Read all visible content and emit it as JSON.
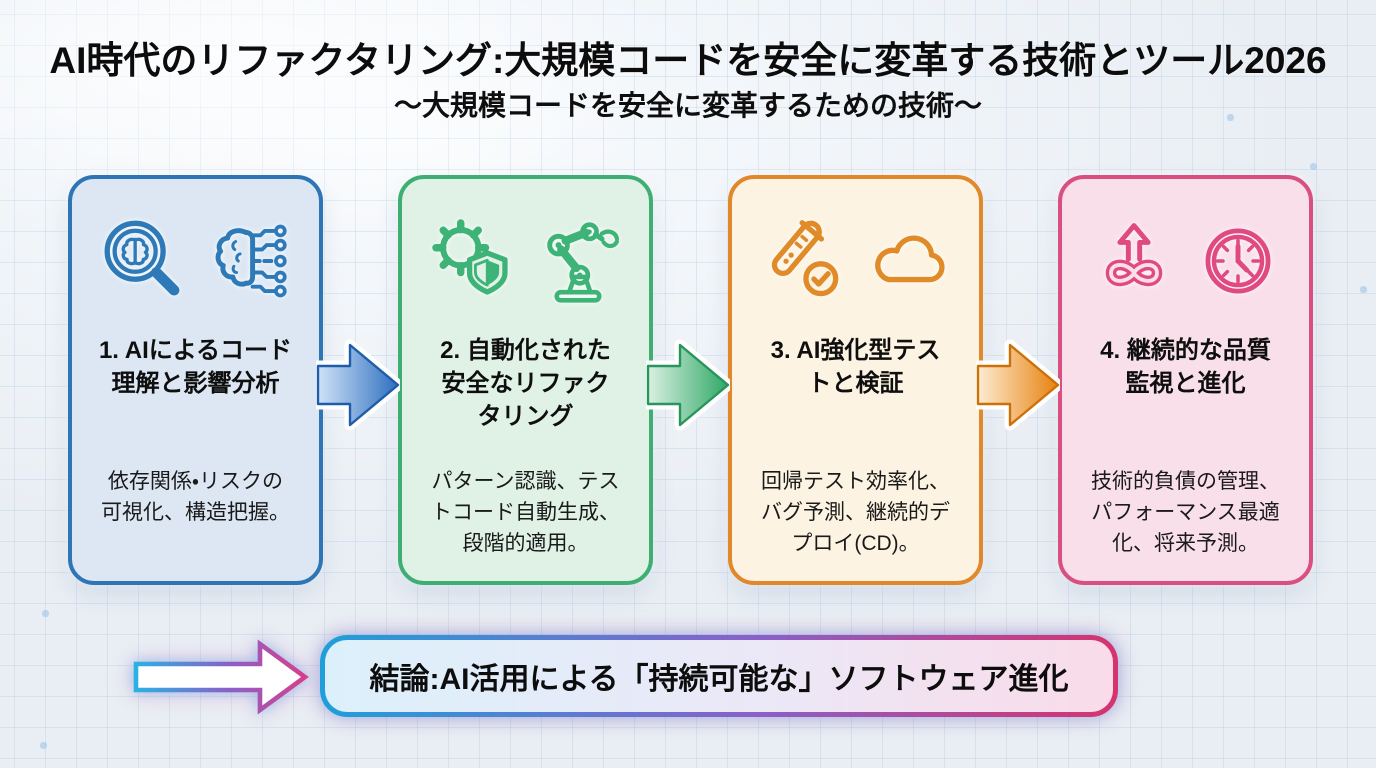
{
  "header": {
    "title": "AI時代のリファクタリング:大規模コードを安全に変革する技術とツール2026",
    "subtitle": "〜大規模コードを安全に変革するための技術〜"
  },
  "steps": [
    {
      "title": "1. AIによるコード理解と影響分析",
      "title_lines": [
        "1. AIによるコード",
        "理解と影響分析"
      ],
      "description": "依存関係・リスクの可視化、構造把握。",
      "description_lines": [
        "依存関係・リスクの",
        "可視化、構造把握。"
      ],
      "icons": [
        "magnifier-brain-icon",
        "brain-circuit-icon"
      ],
      "colors": {
        "border": "#2e75b6",
        "background": "#dce7f3",
        "icon": "#2e7ab8"
      }
    },
    {
      "title": "2. 自動化された安全なリファクタリング",
      "title_lines": [
        "2. 自動化された",
        "安全なリファク",
        "タリング"
      ],
      "description": "パターン認識、テストコード自動生成、段階的適用。",
      "description_lines": [
        "パターン認識、テス",
        "トコード自動生成、",
        "段階的適用。"
      ],
      "icons": [
        "gear-shield-icon",
        "robot-arm-icon"
      ],
      "colors": {
        "border": "#3fae73",
        "background": "#e0f1e6",
        "icon": "#3eb377"
      }
    },
    {
      "title": "3. AI強化型テストと検証",
      "title_lines": [
        "3. AI強化型テス",
        "トと検証"
      ],
      "description": "回帰テスト効率化、バグ予測、継続的デプロイ(CD)。",
      "description_lines": [
        "回帰テスト効率化、",
        "バグ予測、継続的デ",
        "プロイ(CD)。"
      ],
      "icons": [
        "test-tube-check-icon",
        "cloud-icon"
      ],
      "colors": {
        "border": "#e0882a",
        "background": "#fdf3e2",
        "icon": "#e08a28"
      }
    },
    {
      "title": "4. 継続的な品質監視と進化",
      "title_lines": [
        "4. 継続的な品質",
        "監視と進化"
      ],
      "description": "技術的負債の管理、パフォーマンス最適化、将来予測。",
      "description_lines": [
        "技術的負債の管理、",
        "パフォーマンス最適",
        "化、将来予測。"
      ],
      "icons": [
        "infinity-arrow-icon",
        "clock-icon"
      ],
      "colors": {
        "border": "#d94f7f",
        "background": "#f9dfe9",
        "icon": "#e04a80"
      }
    }
  ],
  "flow_arrows": [
    {
      "name": "arrow-step1-step2",
      "gradient_from": "#cfe3f7",
      "gradient_to": "#2f6fc0",
      "outline": "#1f5da8"
    },
    {
      "name": "arrow-step2-step3",
      "gradient_from": "#daf0e2",
      "gradient_to": "#2fa866",
      "outline": "#27955c"
    },
    {
      "name": "arrow-step3-step4",
      "gradient_from": "#fcebd2",
      "gradient_to": "#e8820f",
      "outline": "#cc7008"
    }
  ],
  "conclusion": {
    "text": "結論:AI活用による「持続可能な」ソフトウェア進化",
    "border_gradient": [
      "#1f9fd9",
      "#8a60c8",
      "#d6336e"
    ],
    "background_gradient": [
      "#dcf0fb",
      "#ebe8f7",
      "#fadbe9"
    ],
    "lead_arrow_gradient": [
      "#2ab1e3",
      "#8a60c8",
      "#d6408c"
    ]
  }
}
